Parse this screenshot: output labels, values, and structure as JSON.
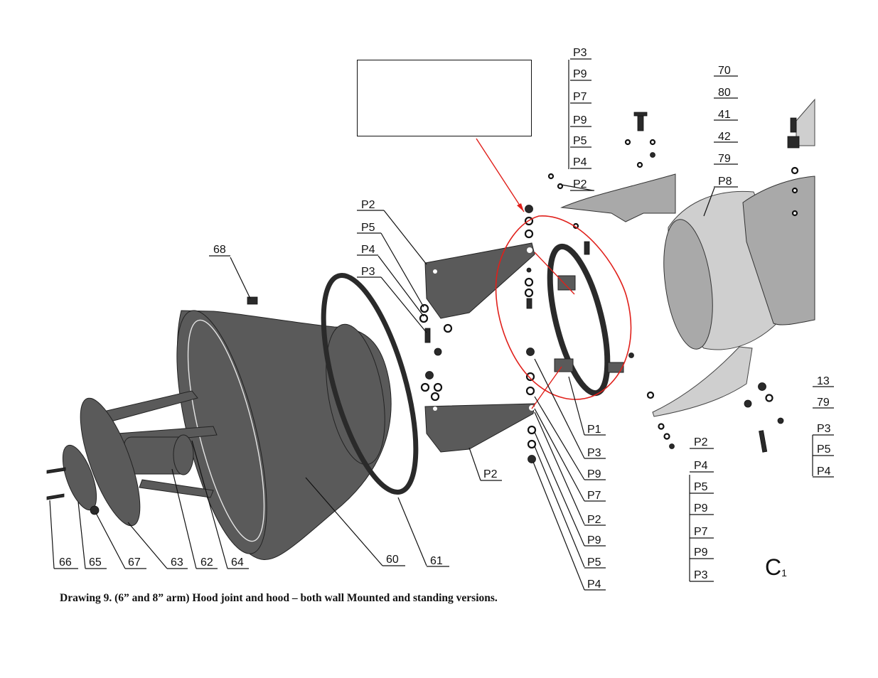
{
  "caption": "Drawing 9. (6” and 8” arm) Hood joint and hood – both wall Mounted and standing versions.",
  "sheet": {
    "letter": "C",
    "number": "1"
  },
  "callout": {
    "text": ""
  },
  "colors": {
    "highlight": "#e0201b",
    "ink": "#111111"
  },
  "labels": {
    "top_col": [
      "P3",
      "P9",
      "P7",
      "P9",
      "P5",
      "P4",
      "P2"
    ],
    "right_top_col": [
      "70",
      "80",
      "41",
      "42",
      "79",
      "P8"
    ],
    "left_hw": [
      "P2",
      "P5",
      "P4",
      "P3"
    ],
    "n68": "68",
    "lower_center": [
      "P1",
      "P3",
      "P9",
      "P7",
      "P2",
      "P9",
      "P5",
      "P4"
    ],
    "p2_bottom": "P2",
    "bottom_row": [
      "66",
      "65",
      "67",
      "63",
      "62",
      "64"
    ],
    "n60": "60",
    "n61": "61",
    "right_mid_col": [
      "P2",
      "P4",
      "P5",
      "P9",
      "P7",
      "P9",
      "P3"
    ],
    "far_right_col": [
      "13",
      "79",
      "P3",
      "P5",
      "P4"
    ]
  }
}
